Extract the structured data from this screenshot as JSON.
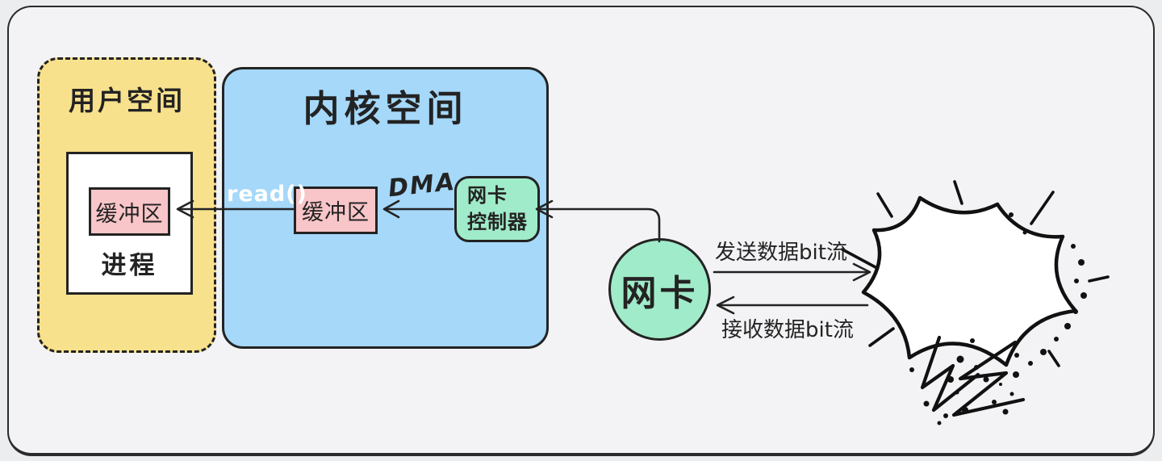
{
  "colors": {
    "bg-outer": "#ECEDEF",
    "bg-inner": "#F3F3F5",
    "outline": "#232323",
    "yellow": "#F8E18D",
    "blue": "#A5D8F9",
    "pink": "#F8C5C8",
    "green": "#A0EBC9",
    "white": "#FFFFFF"
  },
  "user_space": {
    "title": "用户空间",
    "process_label": "进程",
    "buffer_label": "缓冲区"
  },
  "kernel_space": {
    "title": "内核空间",
    "buffer_label": "缓冲区",
    "controller_line1": "网卡",
    "controller_line2": "控制器"
  },
  "nic": {
    "label": "网卡"
  },
  "labels": {
    "read": "read()",
    "dma": "DMA",
    "send": "发送数据bit流",
    "receive": "接收数据bit流"
  }
}
